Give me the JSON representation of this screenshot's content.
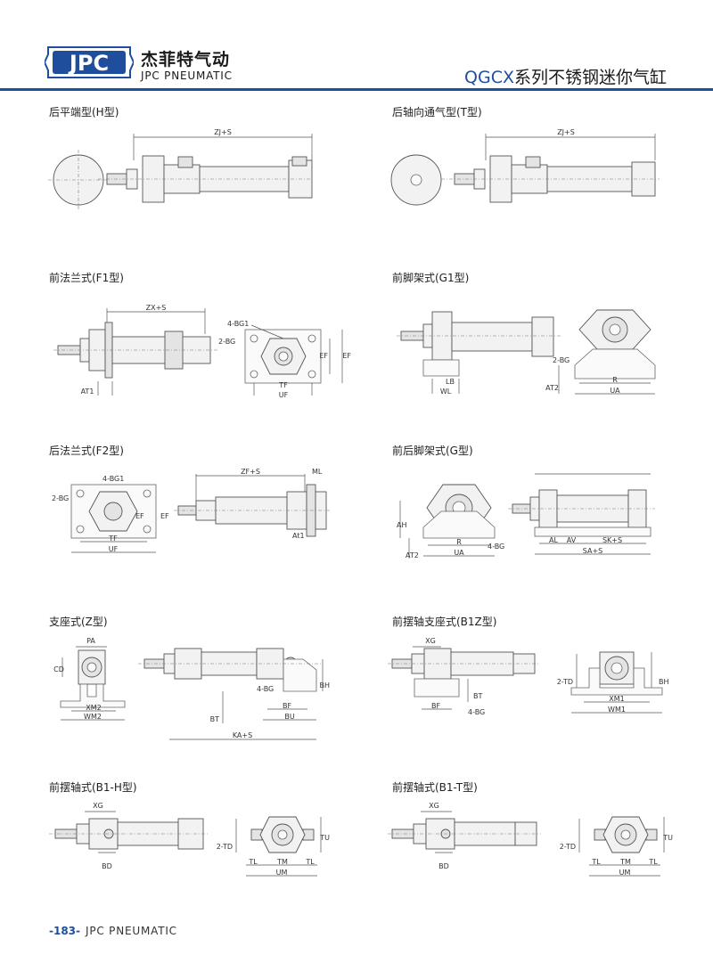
{
  "header": {
    "logo_text": "JPC",
    "brand_cn": "杰菲特气动",
    "brand_en": "JPC PNEUMATIC",
    "series_code": "QGCX",
    "series_name": "系列不锈钢迷你气缸"
  },
  "sections": {
    "h": {
      "title": "后平端型(H型)",
      "labels": {
        "zj": "ZJ+S"
      }
    },
    "t": {
      "title": "后轴向通气型(T型)",
      "labels": {
        "zj": "ZJ+S"
      }
    },
    "f1": {
      "title": "前法兰式(F1型)",
      "labels": {
        "zx": "ZX+S",
        "at1": "AT1",
        "bg1": "4-BG1",
        "bg": "2-BG",
        "tf": "TF",
        "uf": "UF",
        "ef1": "EF",
        "ef2": "EF"
      }
    },
    "g1": {
      "title": "前脚架式(G1型)",
      "labels": {
        "lb": "LB",
        "wl": "WL",
        "bg": "2-BG",
        "at2": "AT2",
        "r": "R",
        "ua": "UA"
      }
    },
    "f2": {
      "title": "后法兰式(F2型)",
      "labels": {
        "bg1": "4-BG1",
        "bg": "2-BG",
        "ef1": "EF",
        "ef2": "EF",
        "tf": "TF",
        "uf": "UF",
        "zf": "ZF+S",
        "ml": "ML",
        "at1": "At1"
      }
    },
    "g": {
      "title": "前后脚架式(G型)",
      "labels": {
        "ah": "AH",
        "at2": "AT2",
        "r": "R",
        "ua": "UA",
        "bg": "4-BG",
        "al": "AL",
        "av": "AV",
        "sk": "SK+S",
        "sa": "SA+S"
      }
    },
    "z": {
      "title": "支座式(Z型)",
      "labels": {
        "pa": "PA",
        "cd": "CD",
        "xm2": "XM2",
        "wm2": "WM2",
        "bg": "4-BG",
        "bh": "BH",
        "bt": "BT",
        "bf": "BF",
        "bu": "BU",
        "ka": "KA+S"
      }
    },
    "b1z": {
      "title": "前摆轴支座式(B1Z型)",
      "labels": {
        "xg": "XG",
        "bt": "BT",
        "bf": "BF",
        "bg": "4-BG",
        "td": "2-TD",
        "xm1": "XM1",
        "wm1": "WM1",
        "bh": "BH"
      }
    },
    "b1h": {
      "title": "前摆轴式(B1-H型)",
      "labels": {
        "xg": "XG",
        "bd": "BD",
        "td": "2-TD",
        "tl1": "TL",
        "tm": "TM",
        "tl2": "TL",
        "um": "UM",
        "tu": "TU"
      }
    },
    "b1t": {
      "title": "前摆轴式(B1-T型)",
      "labels": {
        "xg": "XG",
        "bd": "BD",
        "td": "2-TD",
        "tl1": "TL",
        "tm": "TM",
        "tl2": "TL",
        "um": "UM",
        "tu": "TU"
      }
    }
  },
  "footer": {
    "page_number": "-183-",
    "brand": "JPC PNEUMATIC"
  }
}
